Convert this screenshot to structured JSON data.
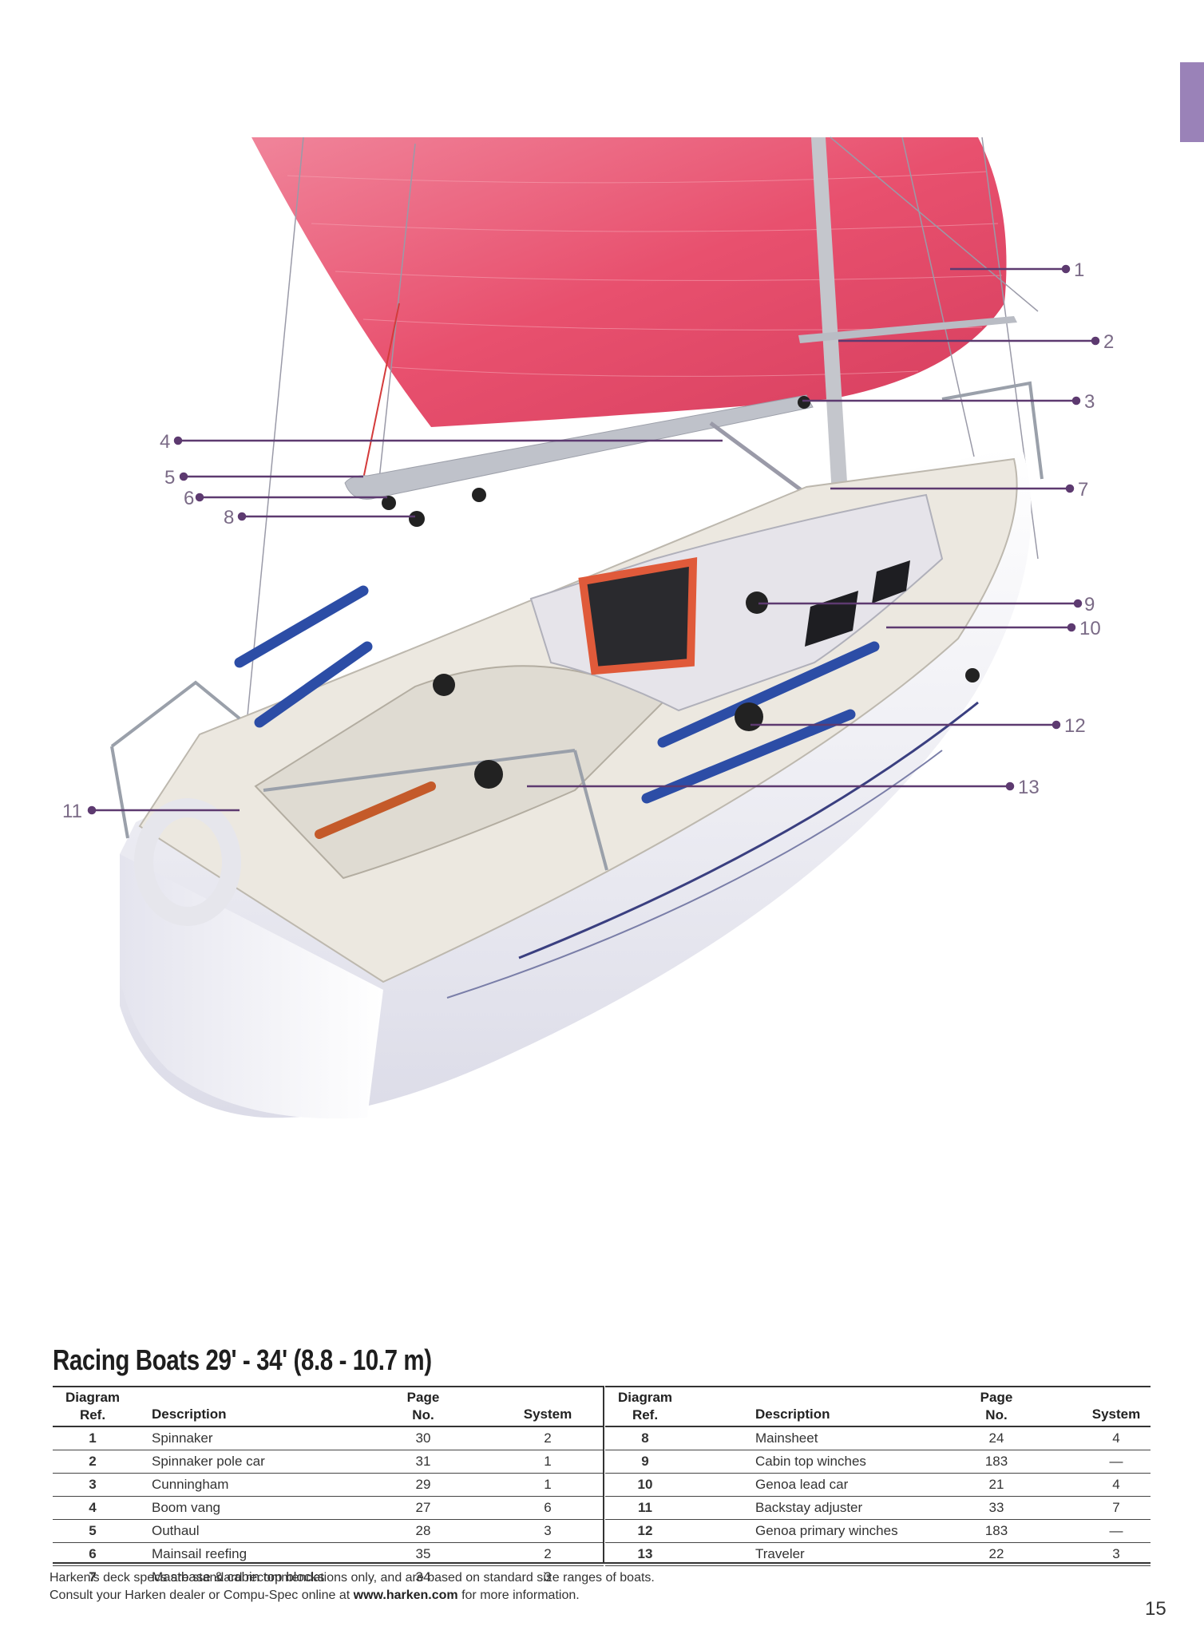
{
  "diagram": {
    "callouts": [
      "1",
      "2",
      "3",
      "4",
      "5",
      "6",
      "7",
      "8",
      "9",
      "10",
      "11",
      "12",
      "13"
    ],
    "colors": {
      "spinnaker": "#e8506e",
      "hull": "#f1f1f5",
      "deck": "#ece8e0",
      "cushion": "#2c4da6",
      "callout_line": "#5d3a70"
    }
  },
  "section_title": "Racing Boats 29' - 34' (8.8 - 10.7 m)",
  "table": {
    "headers": {
      "ref_line1": "Diagram",
      "ref_line2": "Ref.",
      "description": "Description",
      "page_line1": "Page",
      "page_line2": "No.",
      "system": "System"
    },
    "left_rows": [
      {
        "ref": "1",
        "description": "Spinnaker",
        "page": "30",
        "system": "2"
      },
      {
        "ref": "2",
        "description": "Spinnaker pole car",
        "page": "31",
        "system": "1"
      },
      {
        "ref": "3",
        "description": "Cunningham",
        "page": "29",
        "system": "1"
      },
      {
        "ref": "4",
        "description": "Boom vang",
        "page": "27",
        "system": "6"
      },
      {
        "ref": "5",
        "description": "Outhaul",
        "page": "28",
        "system": "3"
      },
      {
        "ref": "6",
        "description": "Mainsail reefing",
        "page": "35",
        "system": "2"
      },
      {
        "ref": "7",
        "description": "Mastbase & cabin top blocks",
        "page": "34",
        "system": "3"
      }
    ],
    "right_rows": [
      {
        "ref": "8",
        "description": "Mainsheet",
        "page": "24",
        "system": "4"
      },
      {
        "ref": "9",
        "description": "Cabin top winches",
        "page": "183",
        "system": "—"
      },
      {
        "ref": "10",
        "description": "Genoa lead car",
        "page": "21",
        "system": "4"
      },
      {
        "ref": "11",
        "description": "Backstay adjuster",
        "page": "33",
        "system": "7"
      },
      {
        "ref": "12",
        "description": "Genoa primary winches",
        "page": "183",
        "system": "—"
      },
      {
        "ref": "13",
        "description": "Traveler",
        "page": "22",
        "system": "3"
      }
    ]
  },
  "footnote": {
    "line1": "Harken's deck specs are standard recommendations only, and are based on standard size ranges of boats.",
    "line2_prefix": "Consult your Harken dealer or Compu-Spec online at ",
    "line2_link": "www.harken.com",
    "line2_suffix": " for more information."
  },
  "page_number": "15"
}
